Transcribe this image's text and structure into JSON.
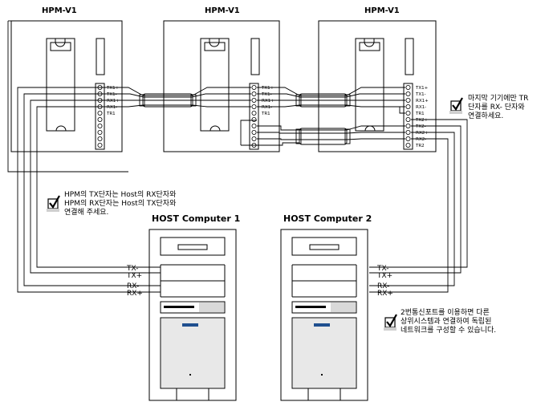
{
  "devices": [
    {
      "title": "HPM-V1"
    },
    {
      "title": "HPM-V1"
    },
    {
      "title": "HPM-V1"
    }
  ],
  "terminals": {
    "left": [
      "TX1+",
      "TX1-",
      "RX1+",
      "RX1-",
      "TR1"
    ],
    "middle": [
      "TX1+",
      "TX1-",
      "RX1+",
      "RX1-",
      "TR1"
    ],
    "right": [
      "TX1+",
      "TX1-",
      "RX1+",
      "RX1-",
      "TR1",
      "TX2+",
      "TX2-",
      "RX2+",
      "RX2-",
      "TR2"
    ]
  },
  "notes": {
    "top_right": [
      "마지막 기기에만 TR",
      "단자를 RX- 단자와",
      "연결하세요."
    ],
    "left": [
      "HPM의 TX단자는 Host의 RX단자와",
      "HPM의 RX단자는 Host의 TX단자와",
      "연결해 주세요."
    ],
    "bottom_right": [
      "2번통신포트를 이용하면 다른",
      "상위시스템과 연결하여 독립된",
      "네트워크를 구성할 수 있습니다."
    ]
  },
  "hosts": [
    {
      "title": "HOST Computer 1",
      "signals": [
        "TX-",
        "TX+",
        "RX-",
        "RX+"
      ]
    },
    {
      "title": "HOST Computer 2",
      "signals": [
        "TX-",
        "TX+",
        "RX-",
        "RX+"
      ]
    }
  ]
}
